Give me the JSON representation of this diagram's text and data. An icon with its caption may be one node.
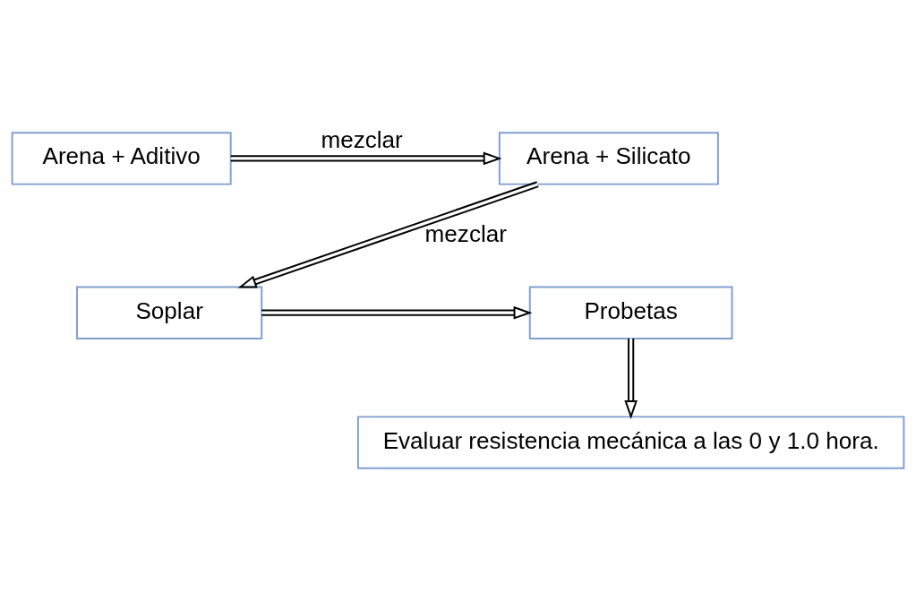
{
  "diagram": {
    "nodes": [
      {
        "text": [
          "Arena + Aditivo"
        ]
      },
      {
        "text": [
          "Arena + Silicato"
        ]
      },
      {
        "text": [
          "Soplar"
        ]
      },
      {
        "text": [
          "Probetas"
        ]
      },
      {
        "text": [
          "Evaluar resistencia mecánica a las 0 y 1.0 hora."
        ]
      }
    ],
    "edges": [
      {
        "from": 0,
        "to": 1,
        "arrow": "to",
        "label": "mezclar"
      },
      {
        "from": 1,
        "to": 2,
        "arrow": "to",
        "label": "mezclar"
      },
      {
        "from": 2,
        "to": 3,
        "arrow": "to"
      },
      {
        "from": 3,
        "to": 4,
        "arrow": "to"
      }
    ]
  }
}
